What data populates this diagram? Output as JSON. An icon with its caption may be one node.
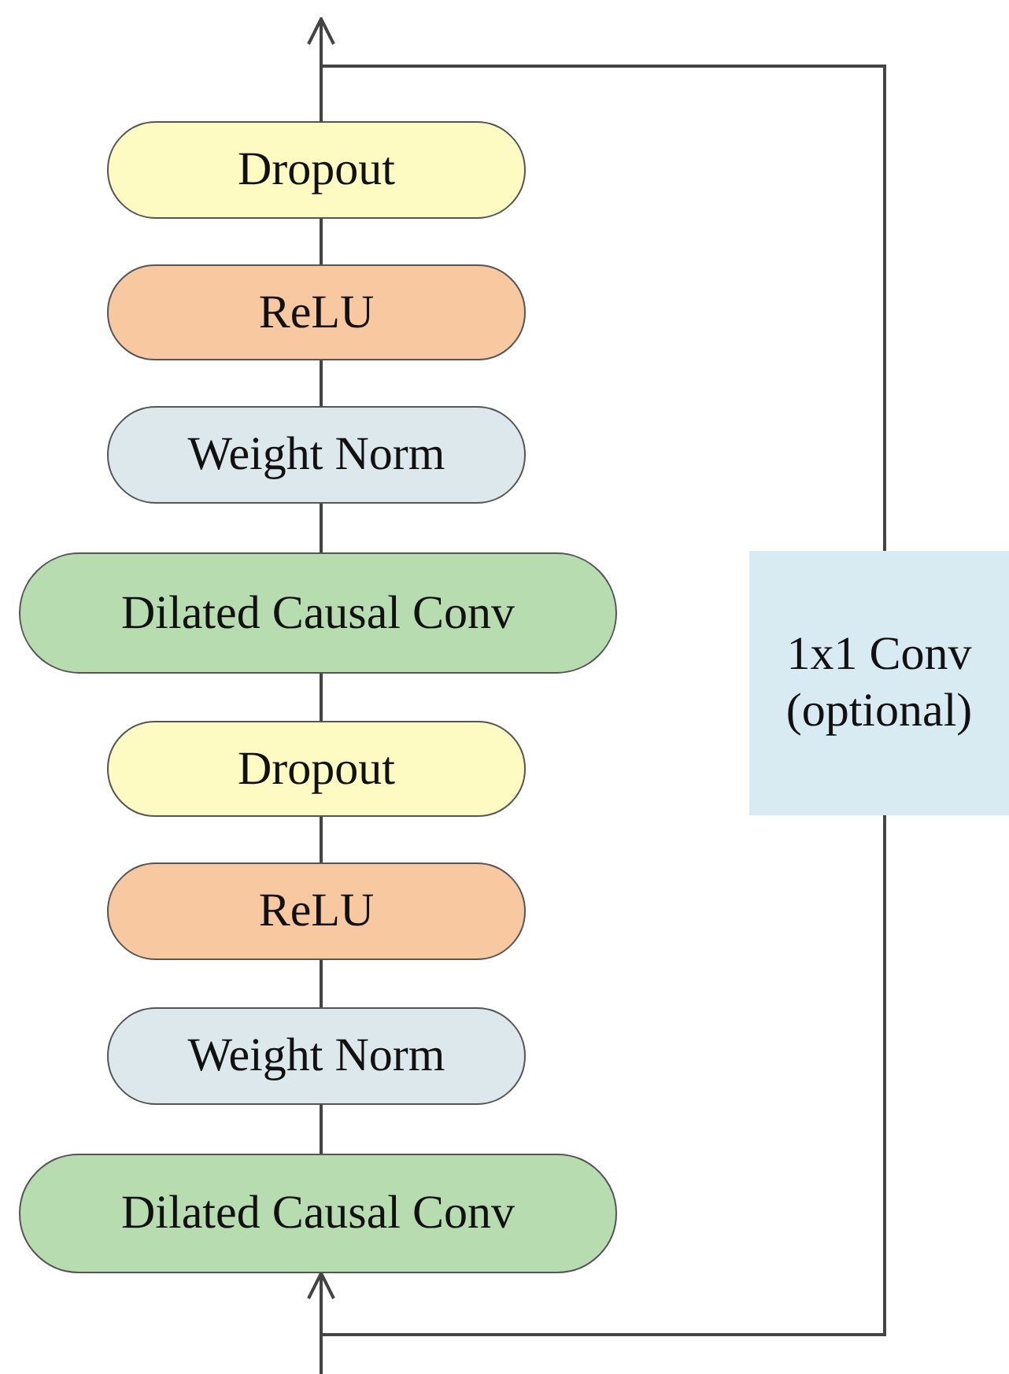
{
  "diagram": {
    "nodes": [
      {
        "text": [
          "Dropout"
        ]
      },
      {
        "text": [
          "ReLU"
        ]
      },
      {
        "text": [
          "Weight Norm"
        ]
      },
      {
        "text": [
          "Dilated Causal Conv"
        ]
      },
      {
        "text": [
          "1x1 Conv (optional)"
        ]
      },
      {
        "text": [
          "Dropout"
        ]
      },
      {
        "text": [
          "ReLU"
        ]
      },
      {
        "text": [
          "Weight Norm"
        ]
      },
      {
        "text": [
          "Dilated Causal Conv"
        ]
      }
    ],
    "edges": [
      {
        "from": null,
        "to": 8,
        "arrow": "to"
      },
      {
        "from": 8,
        "to": 7,
        "arrow": "none"
      },
      {
        "from": 7,
        "to": 6,
        "arrow": "none"
      },
      {
        "from": 6,
        "to": 5,
        "arrow": "none"
      },
      {
        "from": 5,
        "to": 3,
        "arrow": "none"
      },
      {
        "from": 3,
        "to": 2,
        "arrow": "none"
      },
      {
        "from": 2,
        "to": 1,
        "arrow": "none"
      },
      {
        "from": 1,
        "to": 0,
        "arrow": "none"
      },
      {
        "from": 0,
        "to": null,
        "arrow": "to"
      },
      {
        "from": null,
        "to": 4,
        "arrow": "none"
      },
      {
        "from": 4,
        "to": null,
        "arrow": "none"
      }
    ]
  }
}
